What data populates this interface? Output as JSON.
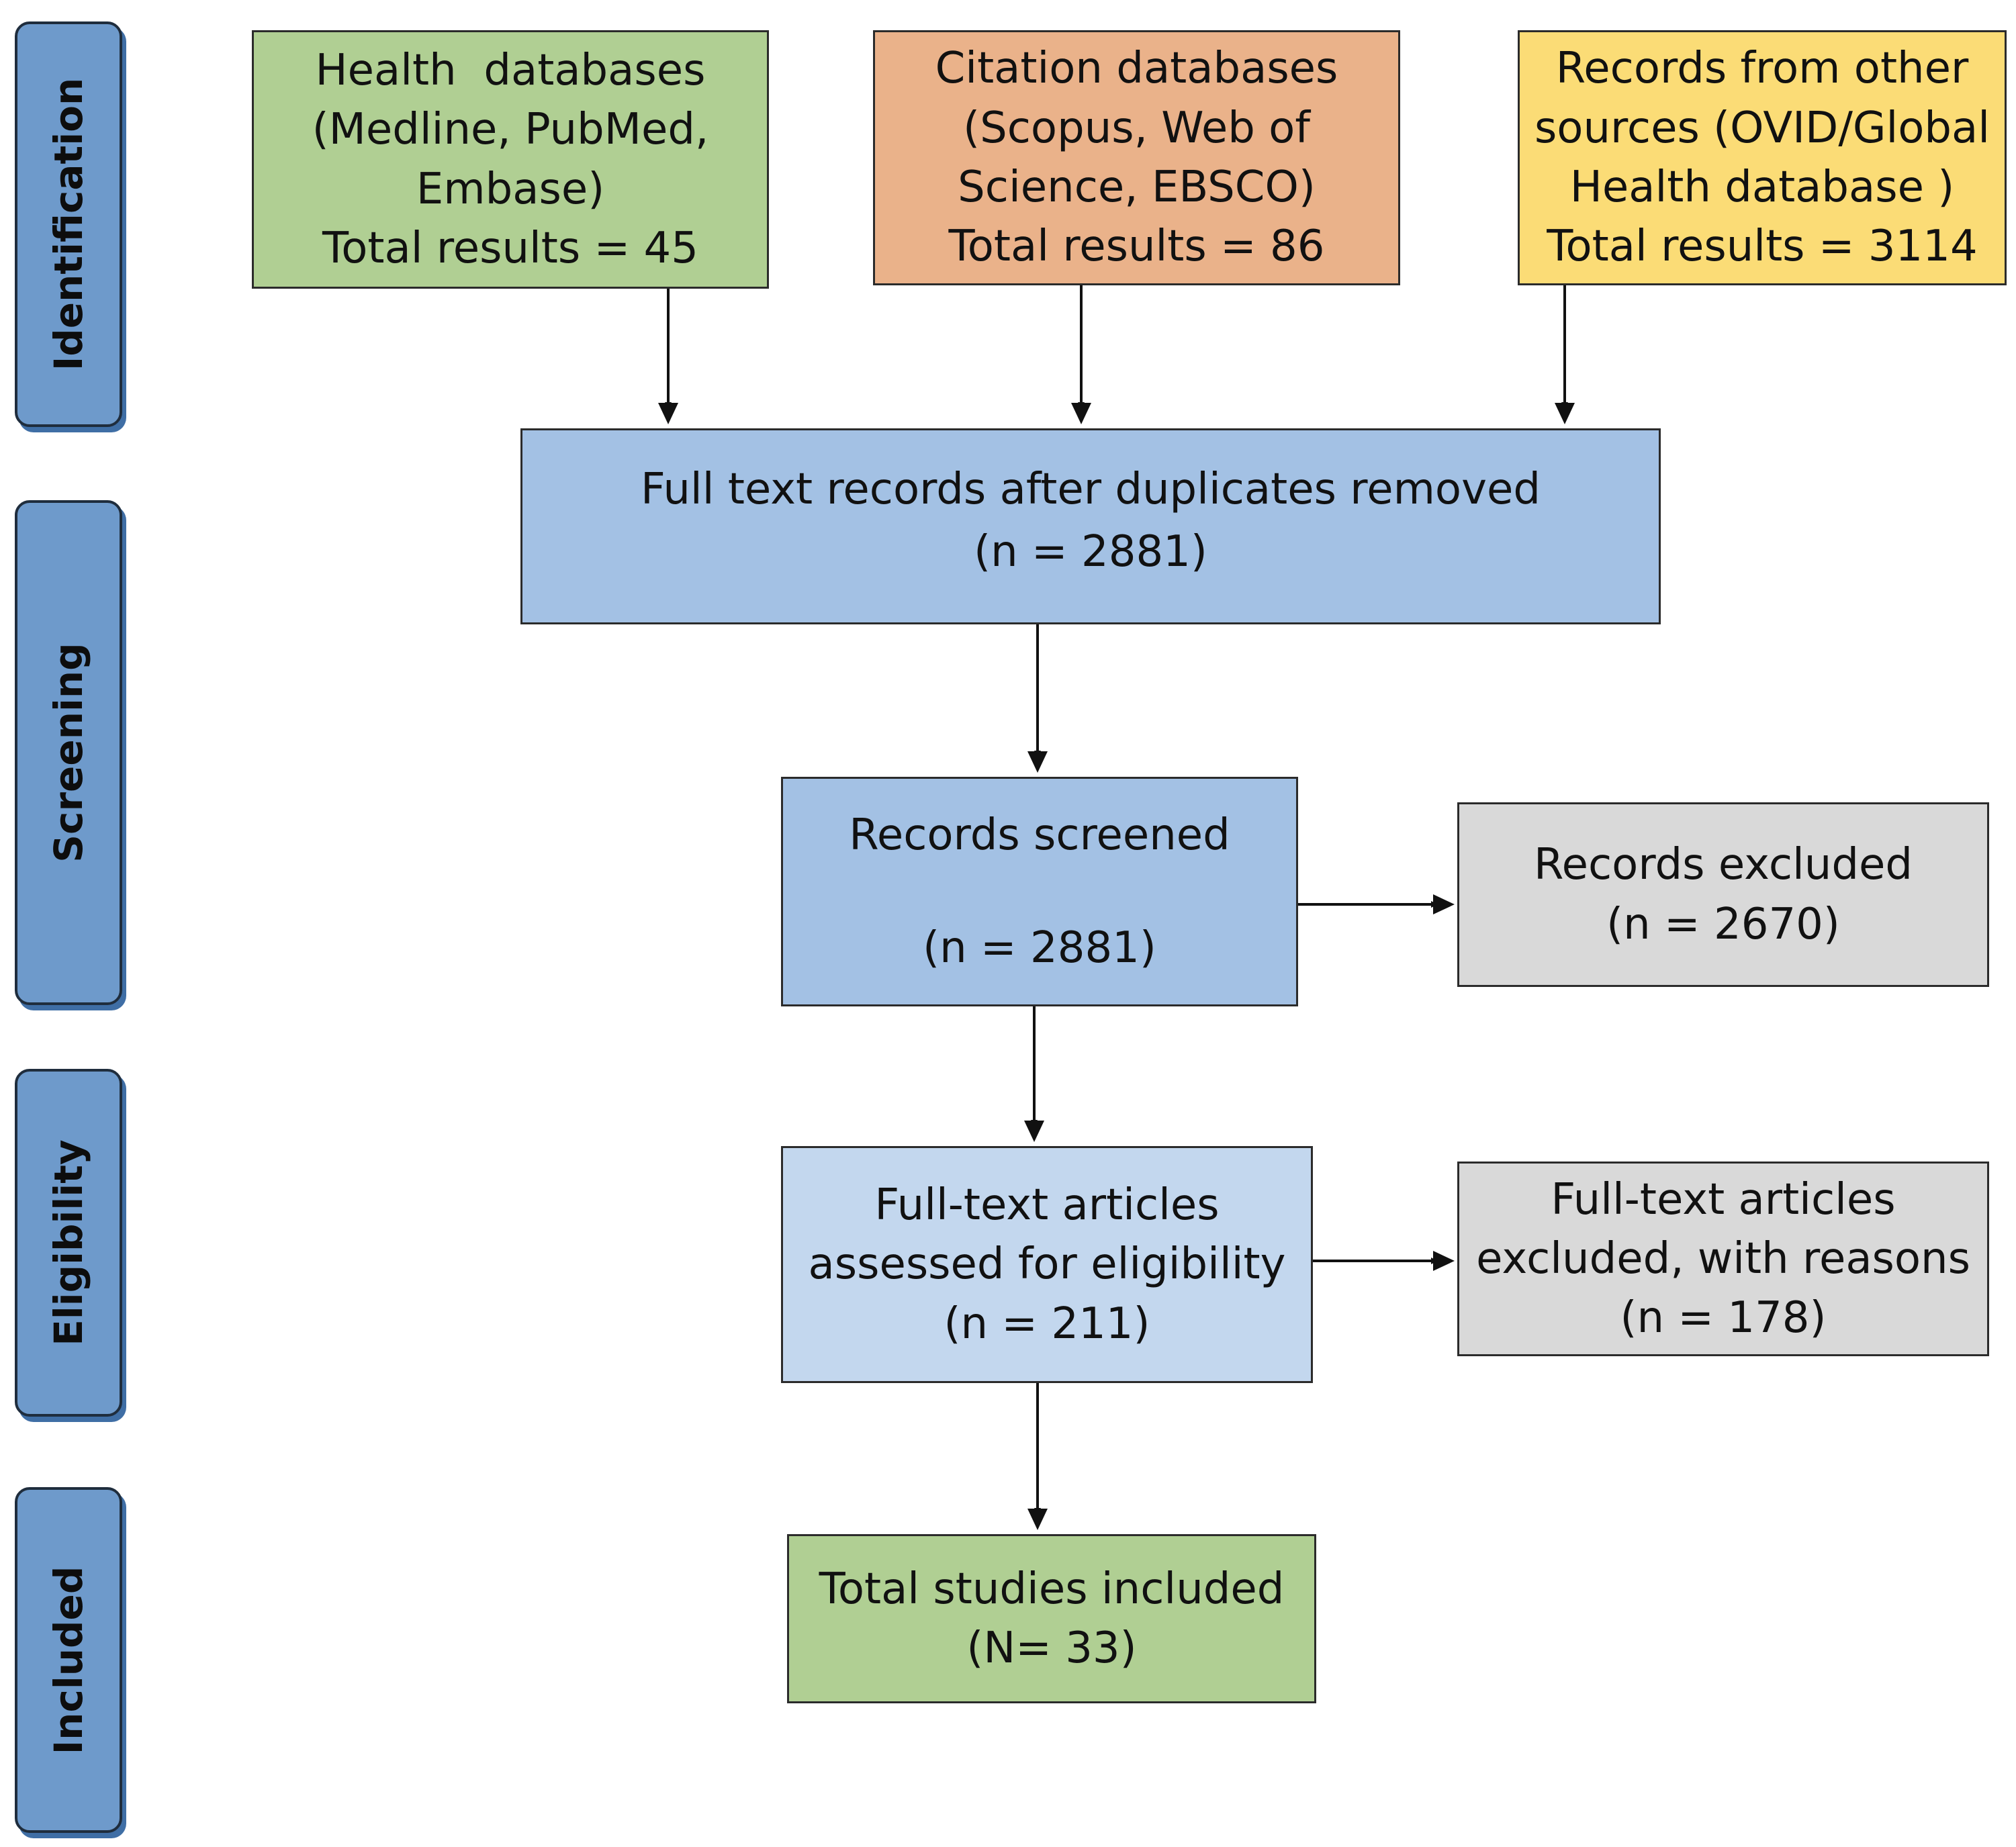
{
  "colors": {
    "stage_fill": "#6e9acb",
    "green": "#b0cf93",
    "orange": "#eab28a",
    "yellow": "#fbdc76",
    "blue": "#a3c1e4",
    "light_blue": "#c3d7ee",
    "gray": "#d9d9d9"
  },
  "stages": [
    {
      "label": "Identification"
    },
    {
      "label": "Screening"
    },
    {
      "label": "Eligibility"
    },
    {
      "label": "Included"
    }
  ],
  "boxes": {
    "health_db": {
      "lines": [
        "Health  databases",
        "(Medline, PubMed,",
        "Embase)",
        "Total results = 45"
      ]
    },
    "citation_db": {
      "lines": [
        "Citation databases",
        "(Scopus, Web of",
        "Science, EBSCO)",
        "Total results = 86"
      ]
    },
    "other_sources": {
      "lines": [
        "Records from other",
        "sources (OVID/Global",
        "Health database )",
        "Total results = 3114"
      ]
    },
    "after_duplicates": {
      "lines": [
        "Full text records after duplicates removed",
        "(n = 2881)"
      ]
    },
    "screened": {
      "lines": [
        "Records screened",
        "(n = 2881)"
      ]
    },
    "excluded": {
      "lines": [
        "Records excluded",
        "(n = 2670)"
      ]
    },
    "eligibility": {
      "lines": [
        "Full-text articles",
        "assessed for eligibility",
        "(n = 211)"
      ]
    },
    "fulltext_excluded": {
      "lines": [
        "Full-text articles",
        "excluded, with reasons",
        "(n = 178)"
      ]
    },
    "included": {
      "lines": [
        "Total studies included",
        "(N= 33)"
      ]
    }
  }
}
